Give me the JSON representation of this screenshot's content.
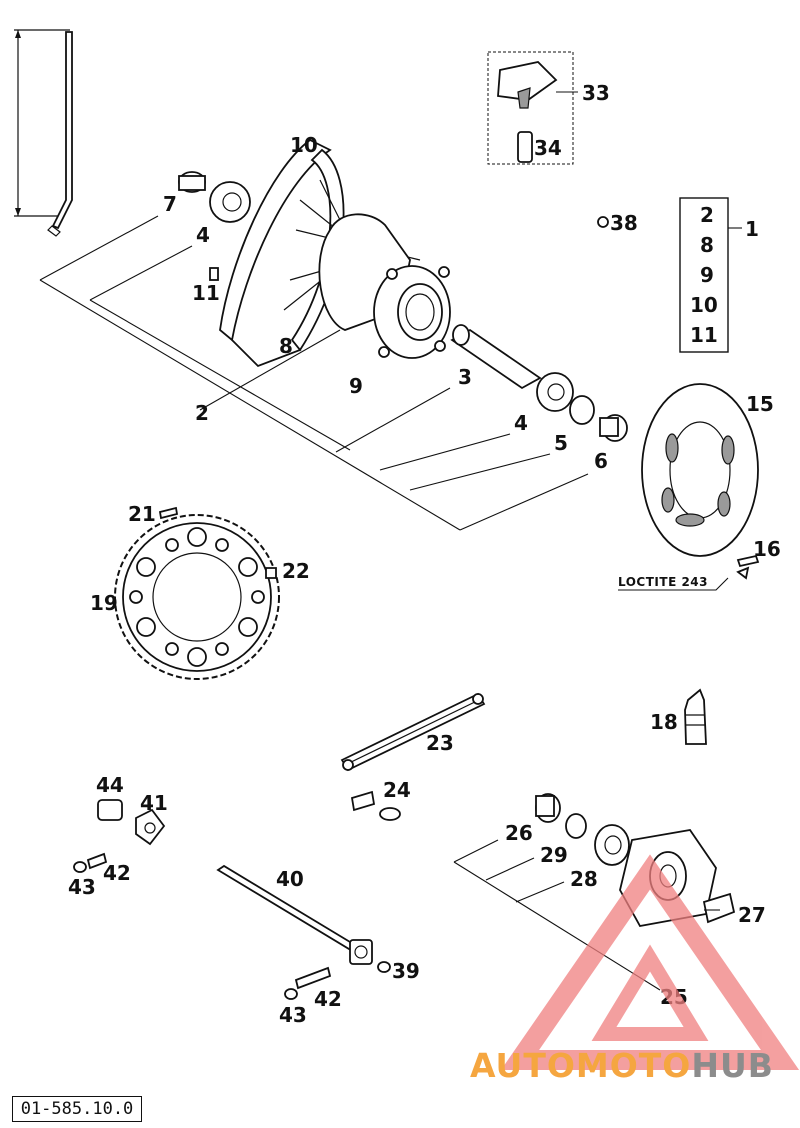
{
  "diagram": {
    "reference_code": "01-585.10.0",
    "loctite_note": "LOCTITE 243",
    "watermark": {
      "part1": "AUTOMOTO",
      "part2": "HUB",
      "color_primary": "#f5a640",
      "color_secondary": "#8c8c8c",
      "logo_color": "#f08080"
    },
    "callouts": {
      "c33": "33",
      "c34": "34",
      "c38": "38",
      "c10": "10",
      "c7": "7",
      "c4a": "4",
      "c11": "11",
      "c8": "8",
      "c9": "9",
      "c2": "2",
      "c3": "3",
      "c4b": "4",
      "c5": "5",
      "c6": "6",
      "c15": "15",
      "c16": "16",
      "c21": "21",
      "c22": "22",
      "c19": "19",
      "c18": "18",
      "c23": "23",
      "c24": "24",
      "c44": "44",
      "c41": "41",
      "c42a": "42",
      "c43a": "43",
      "c40": "40",
      "c26": "26",
      "c29": "29",
      "c28": "28",
      "c27": "27",
      "c25": "25",
      "c39": "39",
      "c42b": "42",
      "c43b": "43"
    },
    "kit": {
      "label": "1",
      "items": [
        "2",
        "8",
        "9",
        "10",
        "11"
      ]
    }
  }
}
